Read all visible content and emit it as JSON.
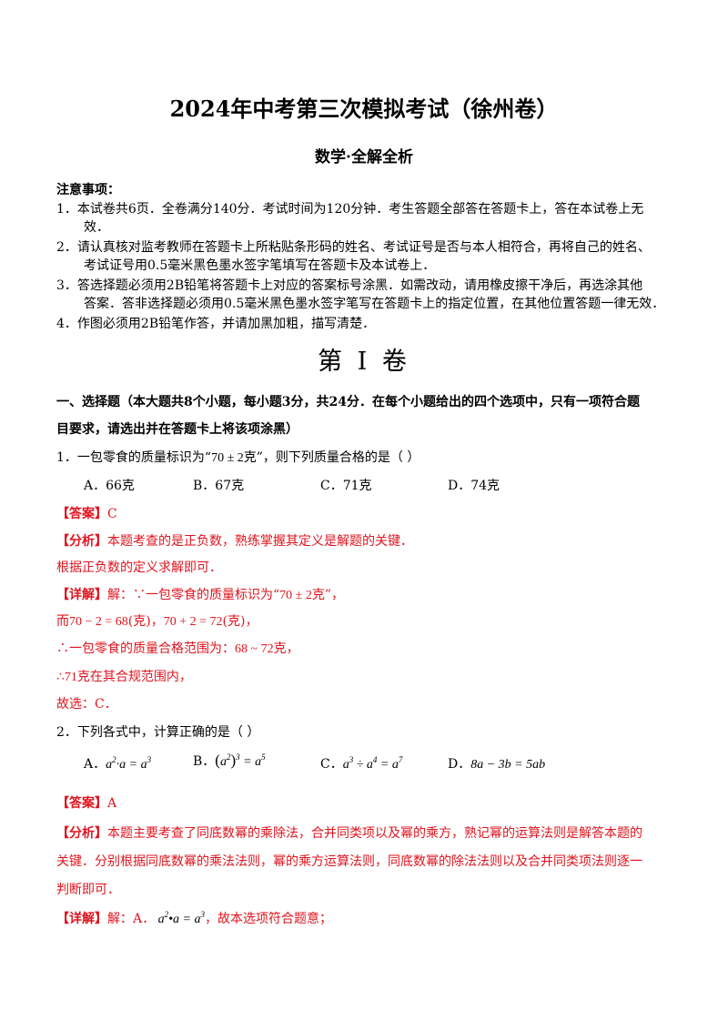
{
  "title": "2024年中考第三次模拟考试（徐州卷）",
  "subtitle": "数学·全解全析",
  "notes": {
    "heading": "注意事项：",
    "items": [
      {
        "line1": "1．本试卷共6页．全卷满分140分．考试时间为120分钟．考生答题全部答在答题卡上，答在本试卷上无",
        "line2": "效．"
      },
      {
        "line1": "2．请认真核对监考教师在答题卡上所粘贴条形码的姓名、考试证号是否与本人相符合，再将自己的姓名、",
        "line2": "考试证号用0.5毫米黑色墨水签字笔填写在答题卡及本试卷上．"
      },
      {
        "line1": "3．答选择题必须用2B铅笔将答题卡上对应的答案标号涂黑．如需改动，请用橡皮擦干净后，再选涂其他",
        "line2": "答案．答非选择题必须用0.5毫米黑色墨水签字笔写在答题卡上的指定位置，在其他位置答题一律无效．"
      },
      {
        "line1": "4．作图必须用2B铅笔作答，并请加黑加粗，描写清楚．",
        "line2": ""
      }
    ]
  },
  "volume": "第 I 卷",
  "section": {
    "line1": "一、选择题（本大题共8个小题，每小题3分，共24分．在每个小题给出的四个选项中，只有一项符合题",
    "line2": "目要求，请选出并在答题卡上将该项涂黑）"
  },
  "q1": {
    "stem_a": "1．一包零食的质量标识为“",
    "stem_math": "70 ± 2",
    "stem_b": "克”，则下列质量合格的是（    ）",
    "options": [
      "A．66克",
      "B．67克",
      "C．71克",
      "D．74克"
    ],
    "answer_tag": "【答案】",
    "answer": "C",
    "analysis_tag": "【分析】",
    "analysis": "本题考查的是正负数，熟练掌握其定义是解题的关键．",
    "analysis2": "根据正负数的定义求解即可．",
    "detail_tag": "【详解】",
    "detail1_a": "解：∵一包零食的质量标识为“",
    "detail1_math": "70 ± 2",
    "detail1_b": "克”，",
    "detail2_a": "而",
    "detail2_m1": "70 − 2 = 68",
    "detail2_b": "(克)，",
    "detail2_m2": "70 + 2 = 72",
    "detail2_c": "(克)，",
    "detail3_a": "∴一包零食的质量合格范围为：",
    "detail3_m": "68 ~ 72",
    "detail3_b": "克，",
    "detail4_a": "∴",
    "detail4_m": "71",
    "detail4_b": "克在其合规范围内，",
    "detail5": "故选：C．"
  },
  "q2": {
    "stem": "2．下列各式中，计算正确的是（    ）",
    "options": {
      "A_label": "A．",
      "B_label": "B．",
      "C_label": "C．",
      "D_label": "D．",
      "D_expr": "8a − 3b = 5ab"
    },
    "answer_tag": "【答案】",
    "answer": "A",
    "analysis_tag": "【分析】",
    "analysis1": "本题主要考查了同底数幂的乘除法，合并同类项以及幂的乘方，熟记幂的运算法则是解答本题的",
    "analysis2": "关键．分别根据同底数幂的乘法法则，幂的乘方运算法则，同底数幂的除法法则以及合并同类项法则逐一",
    "analysis3": "判断即可．",
    "detail_tag": "【详解】",
    "detail1_a": "解：A．",
    "detail1_b": "，故本选项符合题意；"
  }
}
